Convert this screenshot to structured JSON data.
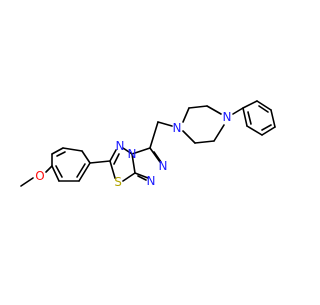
{
  "molecule": {
    "atom_labels": {
      "o_methoxy": "O",
      "n_thiadiazole": "N",
      "s_thiadiazole": "S",
      "n_bridge": "N",
      "n_triazole_1": "N",
      "n_triazole_2": "N",
      "n_piperazine_1": "N",
      "n_piperazine_2": "N"
    },
    "colors": {
      "bond": "#000000",
      "nitrogen": "#1a1aff",
      "oxygen": "#ff0d0d",
      "sulfur": "#b3a600",
      "background": "#ffffff"
    }
  }
}
